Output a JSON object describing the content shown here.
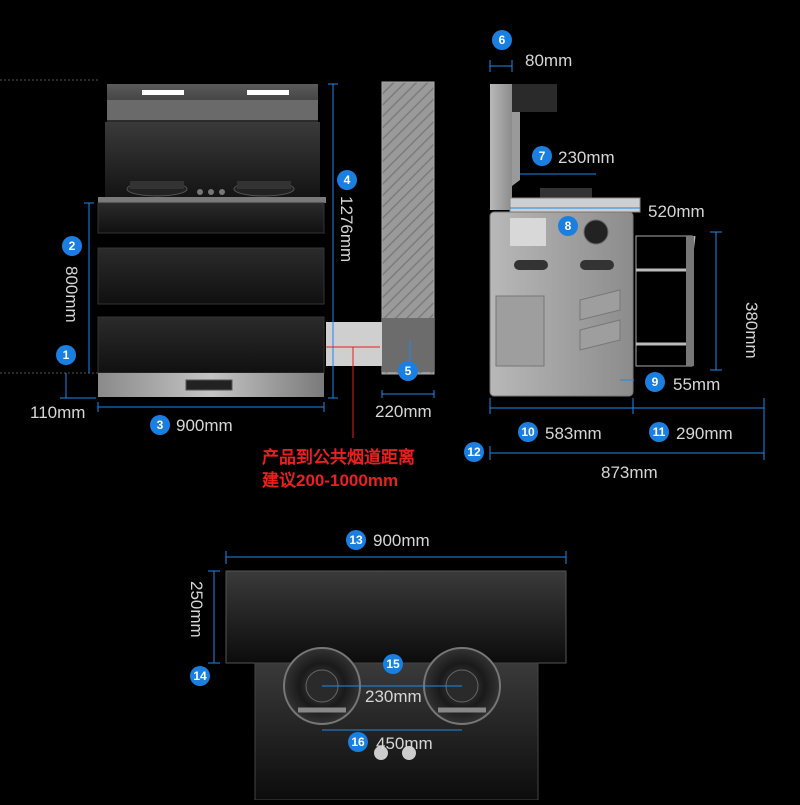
{
  "accent_color": "#1a7fe0",
  "note_color": "#e8201e",
  "front_view": {
    "badges": [
      "1",
      "2",
      "3",
      "4",
      "5"
    ],
    "dims": {
      "base_height": "110mm",
      "cabinet_height": "800mm",
      "width": "900mm",
      "total_height": "1276mm",
      "duct": "220mm"
    },
    "note_line1": "产品到公共烟道距离",
    "note_line2": "建议200-1000mm"
  },
  "side_view": {
    "badges": [
      "6",
      "7",
      "8",
      "9",
      "10",
      "11",
      "12"
    ],
    "dims": {
      "hood_depth": "80mm",
      "hood_gap": "230mm",
      "cooktop_depth": "520mm",
      "drawer_height": "380mm",
      "drawer_gap": "55mm",
      "cabinet_depth": "583mm",
      "drawer_pull": "290mm",
      "total_depth": "873mm"
    }
  },
  "top_view": {
    "badges": [
      "13",
      "14",
      "15",
      "16"
    ],
    "dims": {
      "width": "900mm",
      "depth": "250mm",
      "burner_spacing": "230mm",
      "knob_spacing": "450mm"
    }
  }
}
